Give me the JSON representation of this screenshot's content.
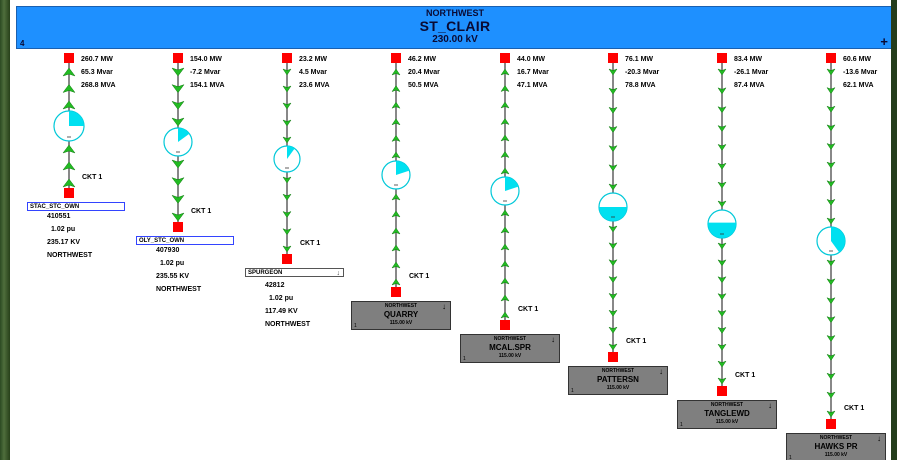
{
  "bus": {
    "area": "NORTHWEST",
    "name": "ST_CLAIR",
    "voltage": "230.00 kV",
    "number_label": "4",
    "plus_icon": "+"
  },
  "colors": {
    "bus": "#1e90ff",
    "arrow": "#22bb22",
    "breaker": "#ff0000",
    "transformer": "#00e0f0",
    "substation": "#7f7f7f"
  },
  "branches": [
    {
      "id": "stac",
      "mw": "260.7 MW",
      "mvar": "65.3 Mvar",
      "mva": "268.8 MVA",
      "ckt": "CKT 1",
      "flow_direction": "up",
      "transformer_fill": 0.25,
      "dest_type": "external",
      "ext_name": "STAC_STC_OWN",
      "ext_number": "410551",
      "ext_pu": "1.02 pu",
      "ext_kv": "235.17 KV",
      "ext_area": "NORTHWEST"
    },
    {
      "id": "oly",
      "mw": "154.0 MW",
      "mvar": "-7.2 Mvar",
      "mva": "154.1 MVA",
      "ckt": "CKT 1",
      "flow_direction": "down",
      "transformer_fill": 0.15,
      "dest_type": "external",
      "ext_name": "OLY_STC_OWN",
      "ext_number": "407930",
      "ext_pu": "1.02 pu",
      "ext_kv": "235.55 KV",
      "ext_area": "NORTHWEST"
    },
    {
      "id": "spurgeon",
      "mw": "23.2 MW",
      "mvar": "4.5 Mvar",
      "mva": "23.6 MVA",
      "ckt": "CKT 1",
      "flow_direction": "down",
      "transformer_fill": 0.1,
      "dest_type": "external_plain",
      "ext_name": "SPURGEON",
      "ext_number": "42812",
      "ext_pu": "1.02 pu",
      "ext_kv": "117.49 KV",
      "ext_area": "NORTHWEST"
    },
    {
      "id": "quarry",
      "mw": "46.2 MW",
      "mvar": "20.4 Mvar",
      "mva": "50.5 MVA",
      "ckt": "CKT 1",
      "flow_direction": "up",
      "transformer_fill": 0.2,
      "dest_type": "substation",
      "sub_area": "NORTHWEST",
      "sub_name": "QUARRY",
      "sub_kv": "115.00 kV",
      "sub_num": "1"
    },
    {
      "id": "mcal",
      "mw": "44.0 MW",
      "mvar": "16.7 Mvar",
      "mva": "47.1 MVA",
      "ckt": "CKT 1",
      "flow_direction": "up",
      "transformer_fill": 0.2,
      "dest_type": "substation",
      "sub_area": "NORTHWEST",
      "sub_name": "MCAL.SPR",
      "sub_kv": "115.00 kV",
      "sub_num": "1"
    },
    {
      "id": "pattersn",
      "mw": "76.1 MW",
      "mvar": "-20.3 Mvar",
      "mva": "78.8 MVA",
      "ckt": "CKT 1",
      "flow_direction": "down",
      "transformer_fill": 0.5,
      "dest_type": "substation",
      "sub_area": "NORTHWEST",
      "sub_name": "PATTERSN",
      "sub_kv": "115.00 kV",
      "sub_num": "1"
    },
    {
      "id": "tanglewd",
      "mw": "83.4 MW",
      "mvar": "-26.1 Mvar",
      "mva": "87.4 MVA",
      "ckt": "CKT 1",
      "flow_direction": "down",
      "transformer_fill": 0.55,
      "dest_type": "substation",
      "sub_area": "NORTHWEST",
      "sub_name": "TANGLEWD",
      "sub_kv": "115.00 kV",
      "sub_num": "1"
    },
    {
      "id": "hawkspr",
      "mw": "60.6 MW",
      "mvar": "-13.6 Mvar",
      "mva": "62.1 MVA",
      "ckt": "CKT 1",
      "flow_direction": "down",
      "transformer_fill": 0.4,
      "dest_type": "substation",
      "sub_area": "NORTHWEST",
      "sub_name": "HAWKS PR",
      "sub_kv": "115.00 kV",
      "sub_num": "1"
    }
  ]
}
